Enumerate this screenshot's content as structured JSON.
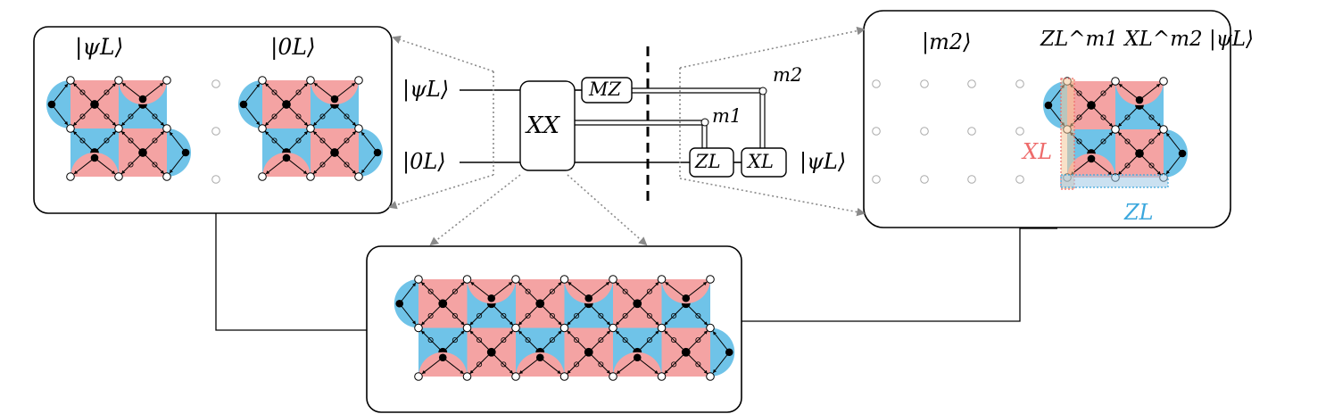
{
  "colors": {
    "red_plaquette": "#f4a3a3",
    "blue_plaquette": "#6fc3e8",
    "xl_accent": "#ee6b6b",
    "zl_accent": "#3aa7dd",
    "arrow_gray": "#8a8a8a"
  },
  "left_panel": {
    "state_a_label": "|ψL⟩",
    "state_b_label": "|0L⟩"
  },
  "circuit": {
    "input_top": "|ψL⟩",
    "input_bottom": "|0L⟩",
    "gate_xx": "XX",
    "gate_mz": "MZ",
    "meas_m1": "m1",
    "meas_m2": "m2",
    "gate_zl": "ZL",
    "gate_xl": "XL",
    "output": "|ψL⟩"
  },
  "right_panel": {
    "state_m2_label": "|m2⟩",
    "output_label": "ZL^m1 XL^m2 |ψL⟩",
    "xl_label": "XL",
    "zl_label": "ZL"
  }
}
